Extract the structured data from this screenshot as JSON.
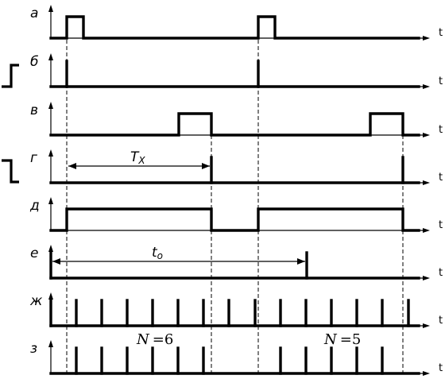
{
  "axis_label": "t",
  "rows": [
    {
      "id": "a",
      "label": "а",
      "pulses": [
        [
          84,
          105
        ],
        [
          325,
          346
        ]
      ]
    },
    {
      "id": "b",
      "label": "б",
      "spikes": [
        84,
        325
      ]
    },
    {
      "id": "v",
      "label": "в",
      "pulses": [
        [
          225,
          266
        ],
        [
          466,
          507
        ]
      ]
    },
    {
      "id": "g",
      "label": "г",
      "spikes": [
        266,
        507
      ]
    },
    {
      "id": "d",
      "label": "д",
      "pulses": [
        [
          84,
          266
        ],
        [
          325,
          507
        ]
      ]
    },
    {
      "id": "e",
      "label": "е",
      "spikes": [
        64,
        386
      ]
    },
    {
      "id": "zh",
      "label": "ж",
      "spikes": [
        64,
        96,
        128,
        160,
        192,
        224,
        256,
        288,
        321,
        353,
        385,
        417,
        449,
        481,
        514
      ]
    },
    {
      "id": "z",
      "label": "з",
      "spikes": [
        96,
        128,
        160,
        192,
        224,
        256,
        353,
        385,
        417,
        449,
        481
      ]
    }
  ],
  "annotations": {
    "tx": {
      "main": "T",
      "sub": "X"
    },
    "to": {
      "main": "t",
      "sub": "o"
    },
    "n1": {
      "sym": "N",
      "val": "=6"
    },
    "n2": {
      "sym": "N",
      "val": "=5"
    }
  }
}
